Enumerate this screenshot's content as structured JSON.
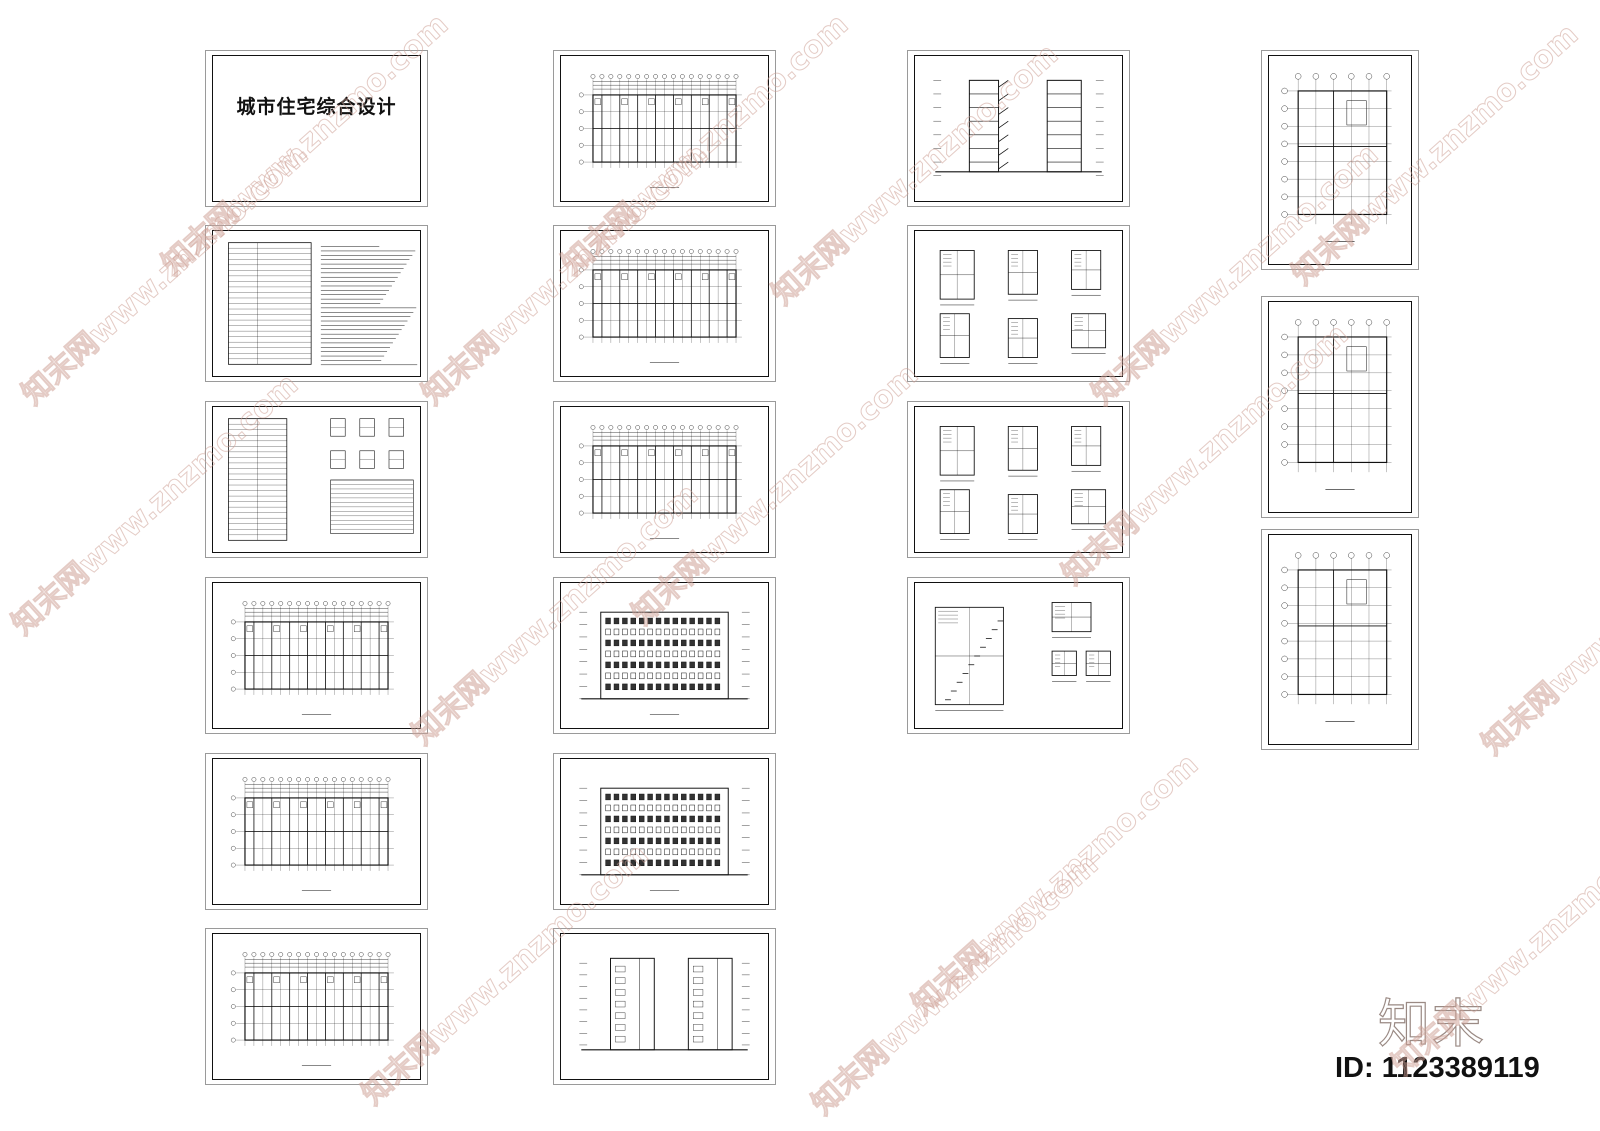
{
  "cover_title": "城市住宅综合设计",
  "watermark": "知末网www.znzmo.com",
  "brand": "知末",
  "id_label": "ID: 1123389119",
  "sheets": [
    {
      "type": "cover"
    },
    {
      "type": "index-notes"
    },
    {
      "type": "door-window-table"
    },
    {
      "type": "floor-plan"
    },
    {
      "type": "floor-plan"
    },
    {
      "type": "floor-plan"
    },
    {
      "type": "floor-plan"
    },
    {
      "type": "floor-plan"
    },
    {
      "type": "floor-plan"
    },
    {
      "type": "elevation"
    },
    {
      "type": "elevation"
    },
    {
      "type": "side-elevation"
    },
    {
      "type": "section"
    },
    {
      "type": "details"
    },
    {
      "type": "details"
    },
    {
      "type": "stair-section"
    },
    {
      "type": "unit-plan"
    },
    {
      "type": "unit-plan"
    },
    {
      "type": "unit-plan"
    }
  ],
  "colors": {
    "frame": "#111111",
    "sheet_border": "#9a9a9a",
    "watermark": "#cda096"
  }
}
